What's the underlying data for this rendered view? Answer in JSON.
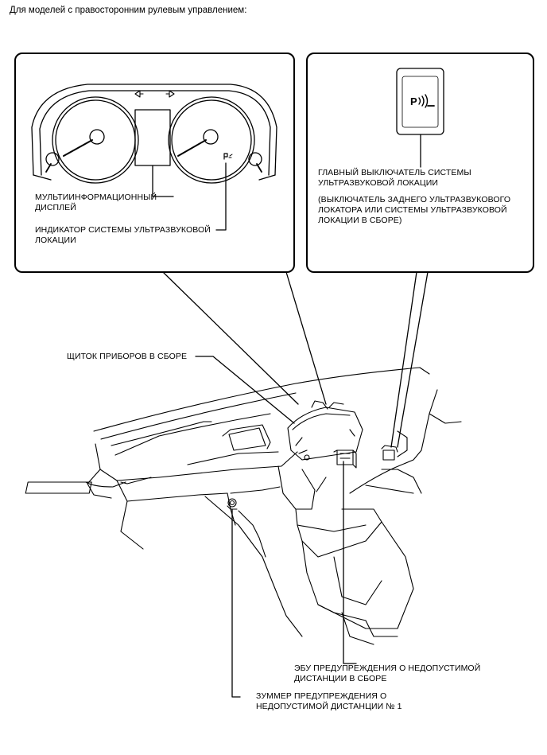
{
  "header": "Для моделей с правосторонним рулевым управлением:",
  "callouts": {
    "mid_line1": "МУЛЬТИИНФОРМАЦИОННЫЙ",
    "mid_line2": "ДИСПЛЕЙ",
    "ind_line1": "ИНДИКАТОР СИСТЕМЫ УЛЬТРАЗВУКОВОЙ",
    "ind_line2": "ЛОКАЦИИ",
    "sw_line1": "ГЛАВНЫЙ ВЫКЛЮЧАТЕЛЬ СИСТЕМЫ",
    "sw_line2": "УЛЬТРАЗВУКОВОЙ ЛОКАЦИИ",
    "sw_note1": "(ВЫКЛЮЧАТЕЛЬ ЗАДНЕГО УЛЬТРАЗВУКОВОГО",
    "sw_note2": "ЛОКАТОРА ИЛИ СИСТЕМЫ УЛЬТРАЗВУКОВОЙ",
    "sw_note3": "ЛОКАЦИИ В СБОРЕ)",
    "cluster": "ЩИТОК ПРИБОРОВ В СБОРЕ",
    "ecu_line1": "ЭБУ ПРЕДУПРЕЖДЕНИЯ О НЕДОПУСТИМОЙ",
    "ecu_line2": "ДИСТАНЦИИ В СБОРЕ",
    "buzzer_line1": "ЗУММЕР ПРЕДУПРЕЖДЕНИЯ О",
    "buzzer_line2": "НЕДОПУСТИМОЙ ДИСТАНЦИИ № 1"
  },
  "switch_symbol": "P",
  "colors": {
    "line": "#000000",
    "background": "#ffffff"
  }
}
